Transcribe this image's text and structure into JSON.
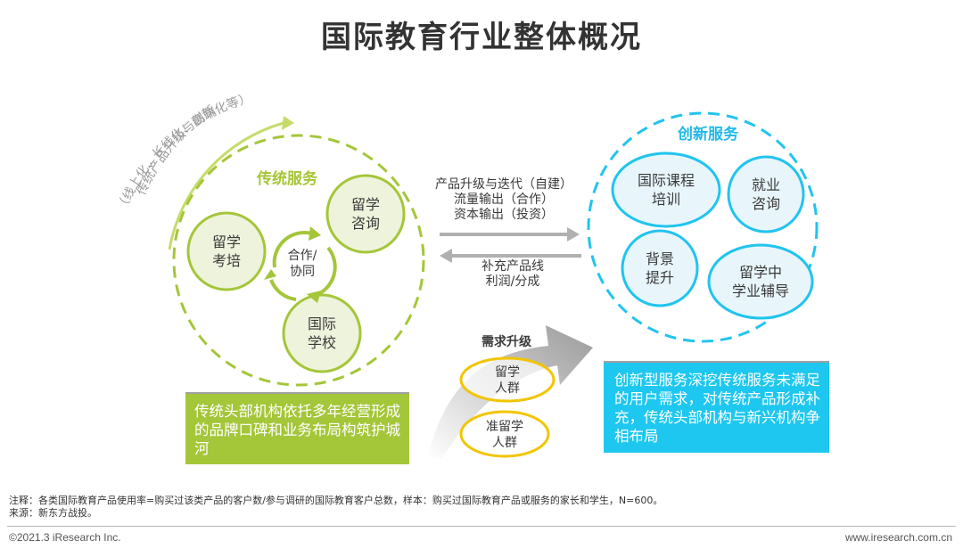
{
  "title": "国际教育行业整体概况",
  "arc_label_line1": "传统产品升级与创新",
  "arc_label_line2": "（线上化、长线化、高端化等）",
  "traditional": {
    "label": "传统服务",
    "study_abroad_consulting": [
      "留学",
      "咨询"
    ],
    "study_abroad_exam": [
      "留学",
      "考培"
    ],
    "international_school": [
      "国际",
      "学校"
    ],
    "center": [
      "合作/",
      "协同"
    ],
    "summary": "传统头部机构依托多年经营形成的品牌口碑和业务布局构筑护城河"
  },
  "innovative": {
    "label": "创新服务",
    "intl_course": [
      "国际课程",
      "培训"
    ],
    "employment": [
      "就业",
      "咨询"
    ],
    "background": [
      "背景",
      "提升"
    ],
    "study_guidance": [
      "留学中",
      "学业辅导"
    ],
    "summary": "创新型服务深挖传统服务未满足的用户需求，对传统产品形成补充，传统头部机构与新兴机构争相布局"
  },
  "flow_right": [
    "产品升级与迭代（自建）",
    "流量输出（合作）",
    "资本输出（投资）"
  ],
  "flow_left": [
    "补充产品线",
    "利润/分成"
  ],
  "demand": {
    "label": "需求升级",
    "group1": [
      "留学",
      "人群"
    ],
    "group2": [
      "准留学",
      "人群"
    ]
  },
  "notes": {
    "note_line": "注释：各类国际教育产品使用率=购买过该类产品的客户数/参与调研的国际教育客户总数，样本：购买过国际教育产品或服务的家长和学生，N=600。",
    "source_line": "来源：新东方战投。"
  },
  "footer": {
    "copyright": "©2021.3 iResearch Inc.",
    "website": "www.iresearch.com.cn"
  },
  "colors": {
    "green": "#a4c639",
    "blue": "#21c4ee",
    "yellow": "#f2c500",
    "gray_arrow": "#b0b0b0"
  }
}
